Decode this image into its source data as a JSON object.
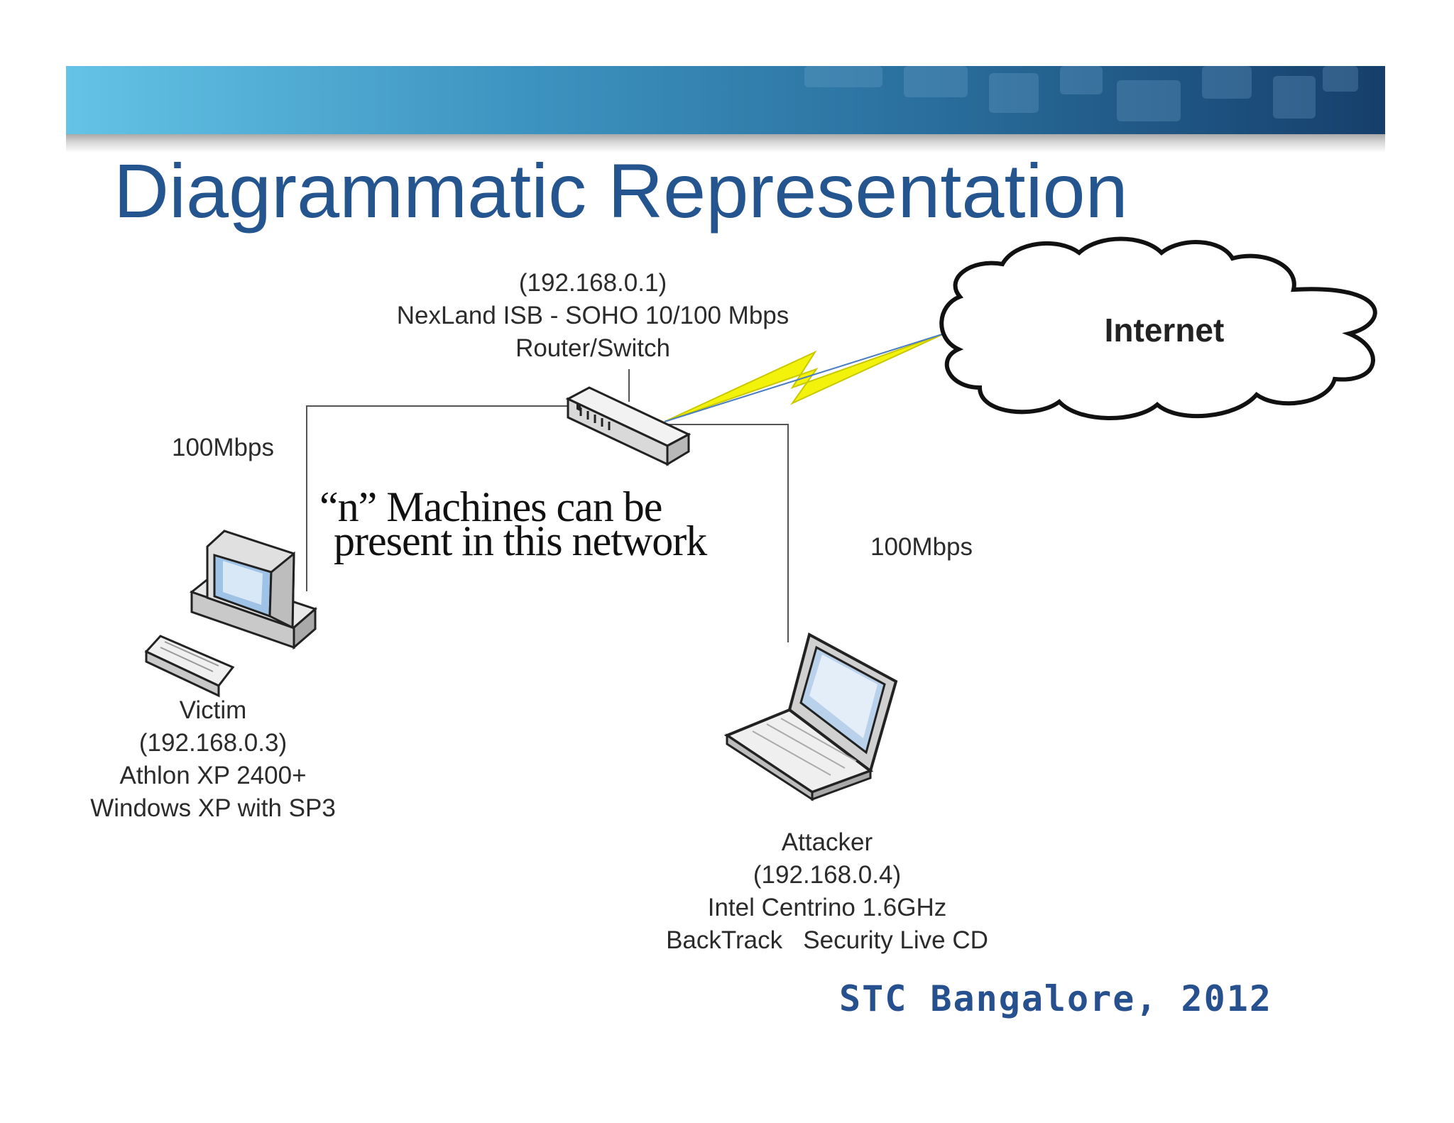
{
  "slide": {
    "title": "Diagrammatic Representation",
    "footer": "STC Bangalore, 2012",
    "note": [
      "“n” Machines can be",
      "present in this network"
    ]
  },
  "router": {
    "icon": "router-switch-icon",
    "lines": [
      "(192.168.0.1)",
      "NexLand ISB - SOHO 10/100 Mbps",
      "Router/Switch"
    ]
  },
  "internet": {
    "icon": "cloud-icon",
    "label": "Internet"
  },
  "victim": {
    "icon": "desktop-computer-icon",
    "lines": [
      "Victim",
      "(192.168.0.3)",
      "Athlon XP 2400+",
      "Windows XP with SP3"
    ],
    "link_label": "100Mbps"
  },
  "attacker": {
    "icon": "laptop-icon",
    "lines": [
      "Attacker",
      "(192.168.0.4)",
      "Intel Centrino 1.6GHz",
      "BackTrack   Security Live CD"
    ],
    "link_label": "100Mbps"
  },
  "colors": {
    "title": "#24558f",
    "banner_start": "#64c3e6",
    "banner_end": "#163f6b",
    "lightning": "#f2f20a",
    "footer": "#27508f"
  }
}
